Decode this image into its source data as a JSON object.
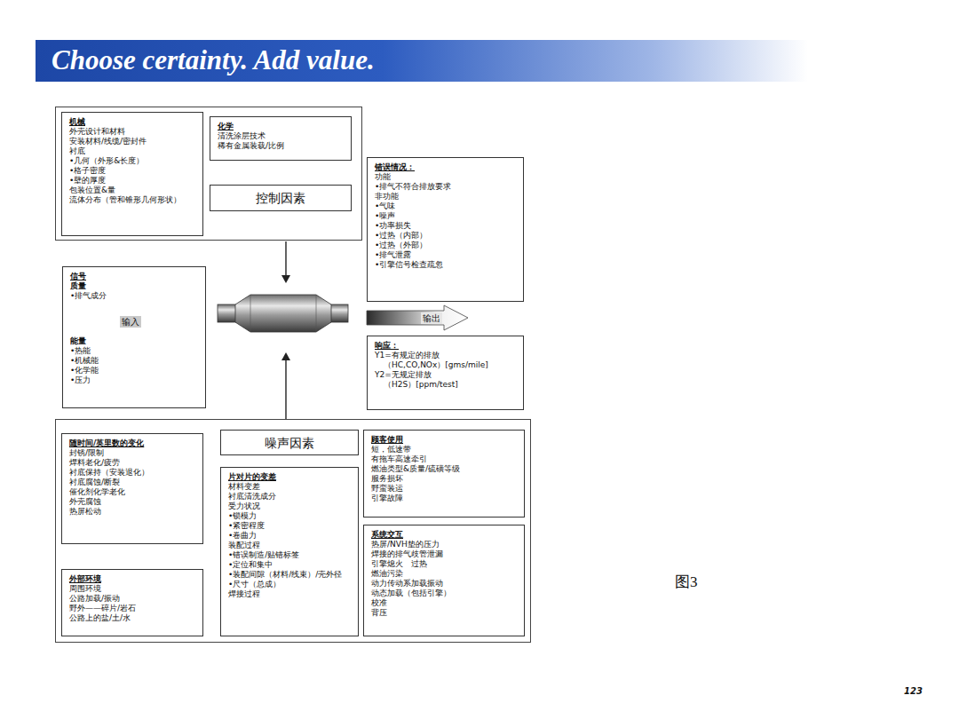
{
  "diagram": {
    "title": "Choose certainty. Add value.",
    "nodes": [
      {
        "text": []
      },
      {
        "text": [
          "机械",
          "外壳设计和材料",
          "安装材料/线缆/密封件",
          "衬底",
          "•几何（外形&长度）",
          "•格子密度",
          "•壁的厚度",
          "包装位置&量",
          "流体分布（管和锥形几何形状）"
        ],
        "in": 0
      },
      {
        "text": [
          "化学",
          "清洗涂层技术",
          "稀有金属装载/比例"
        ],
        "in": 0
      },
      {
        "text": [
          "控制因素"
        ],
        "in": 0
      },
      {
        "text": [
          "信号",
          "质量",
          "•排气成分",
          "能量",
          "•热能",
          "•机械能",
          "•化学能",
          "•压力"
        ]
      },
      {
        "text": [
          "错误情况：",
          "功能",
          "•排气不符合排放要求",
          "非功能",
          "•气味",
          "•噪声",
          "•功率损失",
          "•过热（内部）",
          "•过热（外部）",
          "•排气泄露",
          "•引擎信号检查疏忽"
        ]
      },
      {
        "text": [
          "响应：",
          "Y1=有规定的排放",
          "（HC,CO,NOx）[gms/mile]",
          "Y2=无规定排放",
          "（H2S）[ppm/test]"
        ]
      },
      {
        "text": []
      },
      {
        "text": [
          "随时间/英里数的变化",
          "封锈/限制",
          "焊料老化/疲劳",
          "衬底保持（安装退化）",
          "衬底腐蚀/断裂",
          "催化剂化学老化",
          "外壳腐蚀",
          "热屏松动"
        ],
        "in": 7
      },
      {
        "text": [
          "噪声因素"
        ],
        "in": 7
      },
      {
        "text": [
          "顾客使用",
          "短，低速带",
          "有拖车高速牵引",
          "燃油类型&质量/硫磺等级",
          "服务损坏",
          "野蛮装运",
          "引擎故障"
        ],
        "in": 7
      },
      {
        "text": [
          "片对片的变差",
          "材料变差",
          "衬底清洗成分",
          "受力状况",
          "•锁模力",
          "•紧密程度",
          "•卷曲力",
          "装配过程",
          "•错误制造/贴错标签",
          "•定位和集中",
          "•装配间隙（材料/线束）/壳外径",
          "•尺寸（总成）",
          "焊接过程"
        ],
        "in": 7
      },
      {
        "text": [
          "系统交互",
          "热屏/NVH垫的压力",
          "焊接的排气歧管泄漏",
          "引擎熄火　过热",
          "燃油污染",
          "动力传动系加载振动",
          "动态加载（包括引擎）",
          "校准",
          "背压"
        ],
        "in": 7
      },
      {
        "text": [
          "外部环境",
          "周围环境",
          "公路加载/振动",
          "野外——碎片/岩石",
          "公路上的盐/土/水"
        ],
        "in": 7
      }
    ],
    "labels": [
      "输入",
      "输出",
      "图3",
      "123"
    ]
  }
}
